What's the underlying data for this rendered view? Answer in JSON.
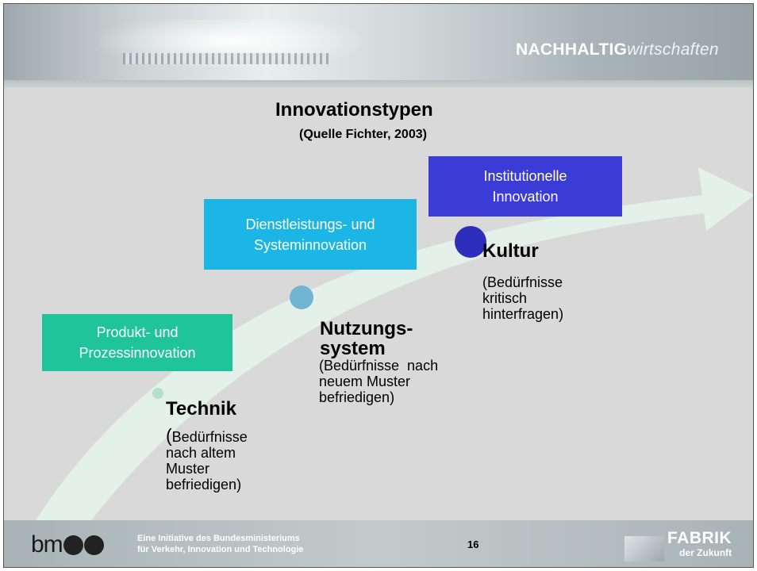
{
  "header": {
    "brand_bold": "NACHHALTIG",
    "brand_italic": "wirtschaften"
  },
  "title": "Innovationstypen",
  "subtitle": "(Quelle Fichter, 2003)",
  "stages": [
    {
      "box_lines": [
        "Produkt- und",
        "Prozessinnovation"
      ],
      "box_color": "#1fc49a",
      "heading": "Technik",
      "desc_paren": "(",
      "desc_lines": [
        "Bedürfnisse",
        "nach altem",
        "Muster",
        "befriedigen)"
      ]
    },
    {
      "box_lines": [
        "Dienstleistungs- und",
        "Systeminnovation"
      ],
      "box_color": "#1cb6e6",
      "heading_lines": [
        "Nutzungs-",
        "system"
      ],
      "desc_lines": [
        "(Bedürfnisse  nach",
        "neuem Muster",
        "befriedigen)"
      ]
    },
    {
      "box_lines": [
        "Institutionelle",
        "Innovation"
      ],
      "box_color": "#3b3bd6",
      "heading": "Kultur",
      "desc_lines": [
        "(Bedürfnisse",
        "kritisch",
        "hinterfragen)"
      ]
    }
  ],
  "footer": {
    "logo": "bm",
    "logo_icon": "bmvit-circles",
    "initiative_lines": [
      "Eine Initiative des Bundesministeriums",
      "für Verkehr, Innovation und Technologie"
    ],
    "page_number": "16",
    "fabrik_line1": "FABRIK",
    "fabrik_line2": "der Zukunft"
  }
}
